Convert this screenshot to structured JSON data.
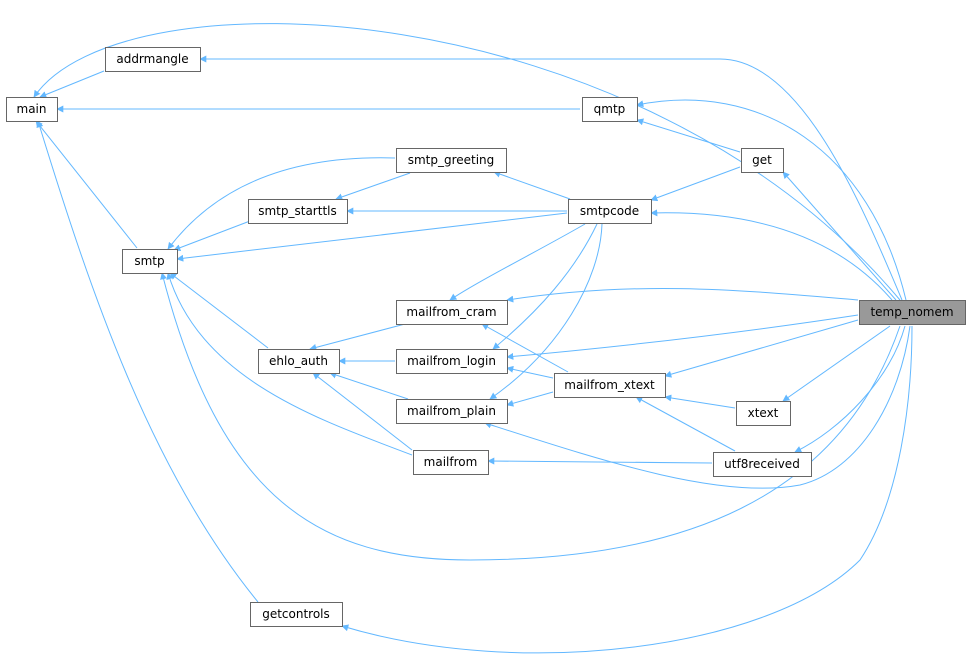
{
  "graph": {
    "kind": "call-graph",
    "colors": {
      "edge": "#63b8ff",
      "node_border": "#666666",
      "node_fill": "#ffffff",
      "target_fill": "#999999",
      "text": "#000000"
    },
    "nodes": [
      {
        "id": "main",
        "label": "main"
      },
      {
        "id": "addrmangle",
        "label": "addrmangle"
      },
      {
        "id": "smtp",
        "label": "smtp"
      },
      {
        "id": "getcontrols",
        "label": "getcontrols"
      },
      {
        "id": "smtp_starttls",
        "label": "smtp_starttls"
      },
      {
        "id": "smtp_greeting",
        "label": "smtp_greeting"
      },
      {
        "id": "ehlo_auth",
        "label": "ehlo_auth"
      },
      {
        "id": "mailfrom_cram",
        "label": "mailfrom_cram"
      },
      {
        "id": "mailfrom_login",
        "label": "mailfrom_login"
      },
      {
        "id": "mailfrom_plain",
        "label": "mailfrom_plain"
      },
      {
        "id": "mailfrom",
        "label": "mailfrom"
      },
      {
        "id": "qmtp",
        "label": "qmtp"
      },
      {
        "id": "smtpcode",
        "label": "smtpcode"
      },
      {
        "id": "mailfrom_xtext",
        "label": "mailfrom_xtext"
      },
      {
        "id": "get",
        "label": "get"
      },
      {
        "id": "xtext",
        "label": "xtext"
      },
      {
        "id": "utf8received",
        "label": "utf8received"
      },
      {
        "id": "temp_nomem",
        "label": "temp_nomem",
        "target": true
      }
    ],
    "edges": [
      {
        "from": "main",
        "to": "addrmangle"
      },
      {
        "from": "main",
        "to": "qmtp"
      },
      {
        "from": "main",
        "to": "smtp"
      },
      {
        "from": "main",
        "to": "getcontrols"
      },
      {
        "from": "main",
        "to": "temp_nomem"
      },
      {
        "from": "addrmangle",
        "to": "temp_nomem"
      },
      {
        "from": "qmtp",
        "to": "get"
      },
      {
        "from": "qmtp",
        "to": "temp_nomem"
      },
      {
        "from": "get",
        "to": "temp_nomem"
      },
      {
        "from": "smtpcode",
        "to": "get"
      },
      {
        "from": "smtpcode",
        "to": "temp_nomem"
      },
      {
        "from": "smtp_greeting",
        "to": "smtpcode"
      },
      {
        "from": "smtp_starttls",
        "to": "smtp_greeting"
      },
      {
        "from": "smtp_starttls",
        "to": "smtpcode"
      },
      {
        "from": "smtp",
        "to": "smtp_greeting"
      },
      {
        "from": "smtp",
        "to": "smtp_starttls"
      },
      {
        "from": "smtp",
        "to": "smtpcode"
      },
      {
        "from": "smtp",
        "to": "ehlo_auth"
      },
      {
        "from": "smtp",
        "to": "mailfrom"
      },
      {
        "from": "smtp",
        "to": "temp_nomem"
      },
      {
        "from": "ehlo_auth",
        "to": "mailfrom_cram"
      },
      {
        "from": "ehlo_auth",
        "to": "mailfrom_login"
      },
      {
        "from": "ehlo_auth",
        "to": "mailfrom_plain"
      },
      {
        "from": "ehlo_auth",
        "to": "mailfrom"
      },
      {
        "from": "mailfrom_cram",
        "to": "smtpcode"
      },
      {
        "from": "mailfrom_cram",
        "to": "mailfrom_xtext"
      },
      {
        "from": "mailfrom_cram",
        "to": "temp_nomem"
      },
      {
        "from": "mailfrom_login",
        "to": "smtpcode"
      },
      {
        "from": "mailfrom_login",
        "to": "mailfrom_xtext"
      },
      {
        "from": "mailfrom_login",
        "to": "temp_nomem"
      },
      {
        "from": "mailfrom_plain",
        "to": "smtpcode"
      },
      {
        "from": "mailfrom_plain",
        "to": "mailfrom_xtext"
      },
      {
        "from": "mailfrom_plain",
        "to": "temp_nomem"
      },
      {
        "from": "mailfrom",
        "to": "utf8received"
      },
      {
        "from": "mailfrom_xtext",
        "to": "xtext"
      },
      {
        "from": "mailfrom_xtext",
        "to": "utf8received"
      },
      {
        "from": "mailfrom_xtext",
        "to": "temp_nomem"
      },
      {
        "from": "xtext",
        "to": "temp_nomem"
      },
      {
        "from": "utf8received",
        "to": "temp_nomem"
      },
      {
        "from": "getcontrols",
        "to": "temp_nomem"
      }
    ]
  }
}
